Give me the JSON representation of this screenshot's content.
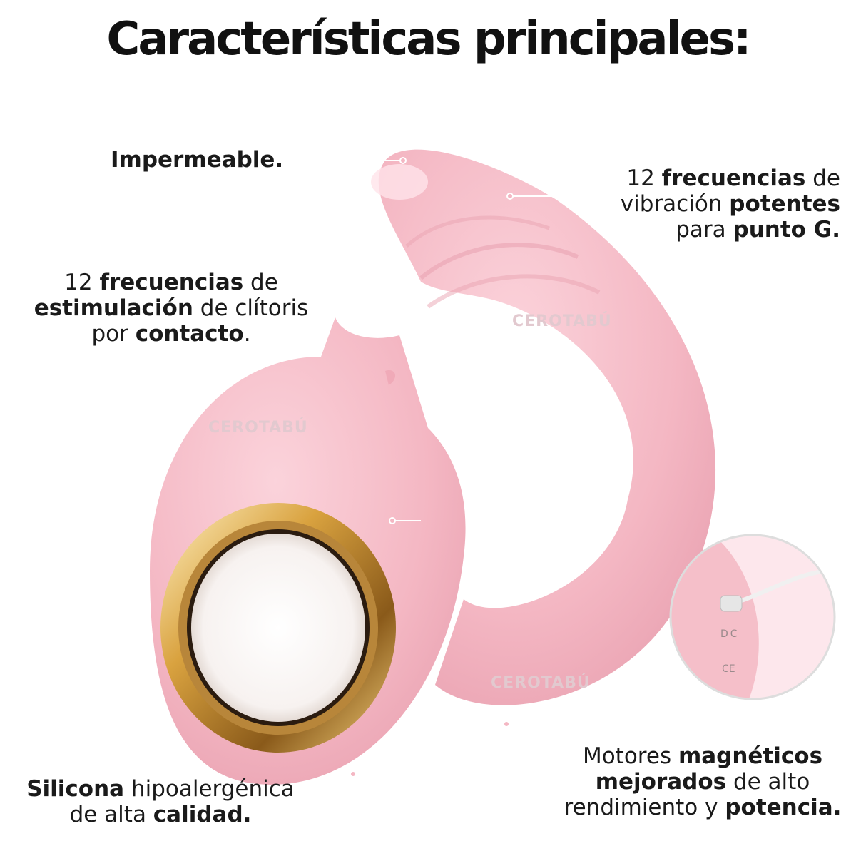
{
  "title": "Características principales:",
  "features": {
    "waterproof": {
      "b1": "Impermeable."
    },
    "gspot": {
      "n": "12 ",
      "b1": "frecuencias",
      "t1": " de",
      "t2": "vibración ",
      "b2": "potentes",
      "t3": "para ",
      "b3": "punto G."
    },
    "clitoral": {
      "n": "12 ",
      "b1": "frecuencias",
      "t1": " de",
      "b2": "estimulación",
      "t2": " de clítoris",
      "t3": "por ",
      "b3": "contacto",
      "t4": "."
    },
    "silicone": {
      "b1": "Silicona",
      "t1": " hipoalergénica",
      "t2": "de alta ",
      "b2": "calidad."
    },
    "motors": {
      "t1": "Motores ",
      "b1": "magnéticos",
      "b2": "mejorados",
      "t2": " de alto",
      "t3": "rendimiento y ",
      "b3": "potencia."
    }
  },
  "watermark": "CEROTABÚ",
  "inset": {
    "port_label": "DC",
    "marks": "CE"
  },
  "colors": {
    "product_pink": "#f3b6c2",
    "ring_gold": "#d8a84a",
    "text": "#1a1a1a"
  }
}
